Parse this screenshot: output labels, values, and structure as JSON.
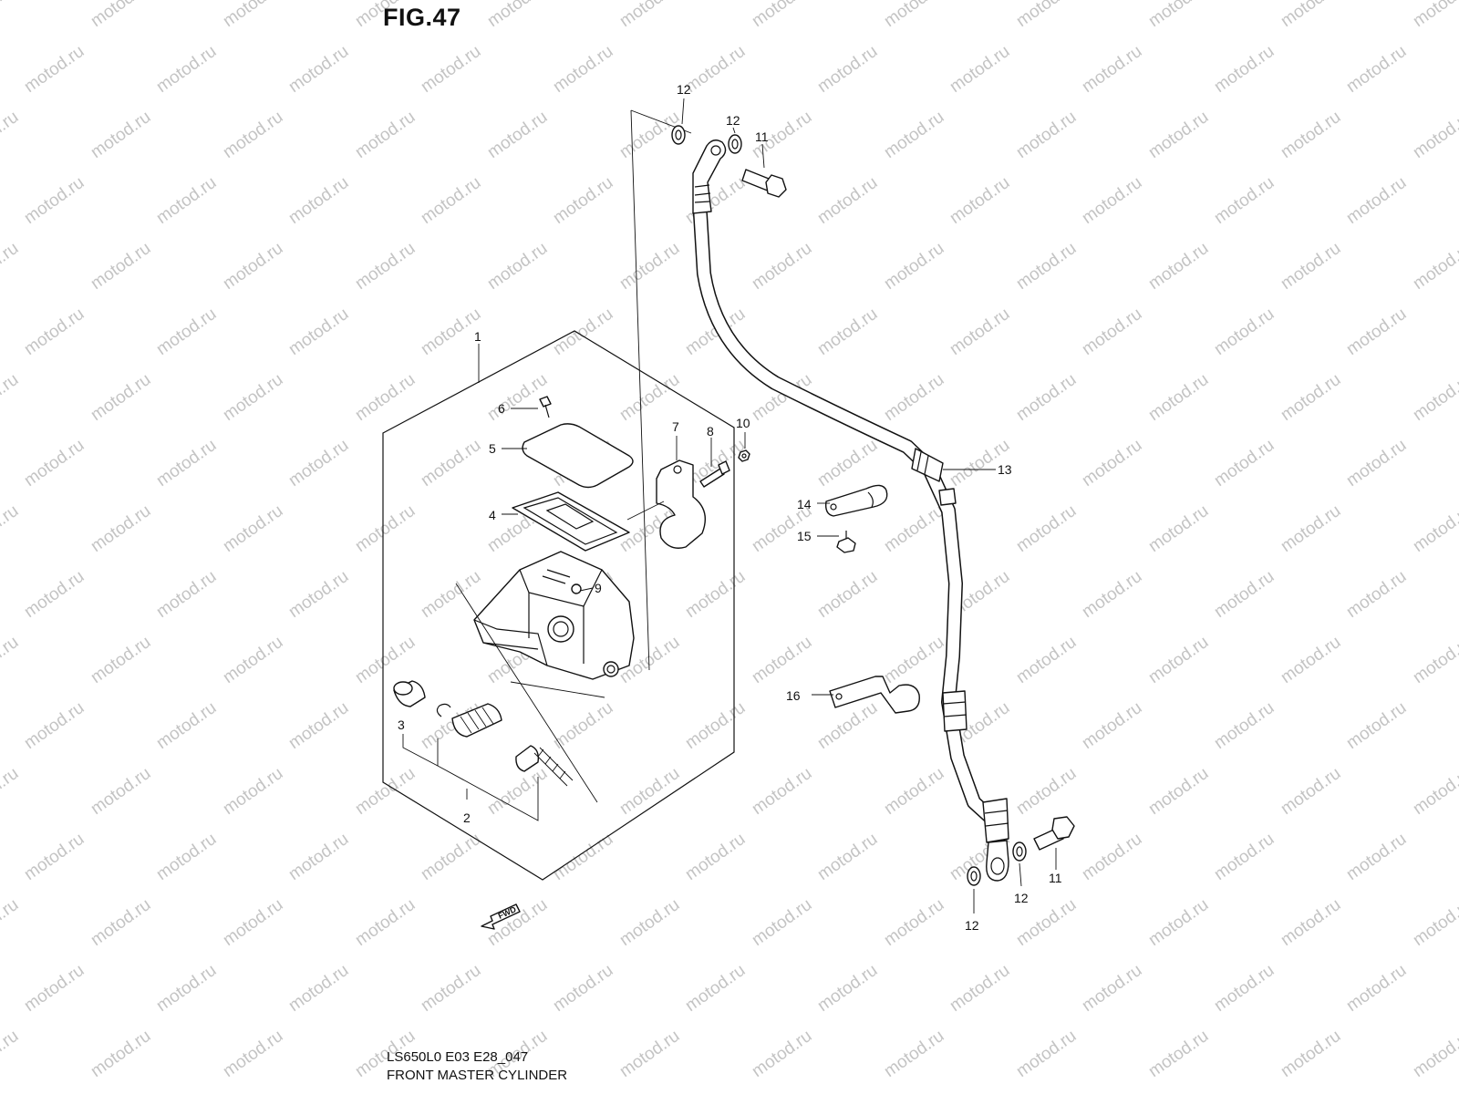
{
  "figure": {
    "title": "FIG.47",
    "model_code": "LS650L0 E03 E28_047",
    "name": "FRONT MASTER CYLINDER"
  },
  "watermark": {
    "text": "motod.ru",
    "color": "#c4c4c4"
  },
  "fwd_label": "FWD",
  "callouts": {
    "c1": "1",
    "c2": "2",
    "c3": "3",
    "c4": "4",
    "c5": "5",
    "c6": "6",
    "c7": "7",
    "c8": "8",
    "c9": "9",
    "c10": "10",
    "c11_top": "11",
    "c11_bottom": "11",
    "c12_top_a": "12",
    "c12_top_b": "12",
    "c12_bottom_a": "12",
    "c12_bottom_b": "12",
    "c13": "13",
    "c14": "14",
    "c15": "15",
    "c16": "16"
  }
}
